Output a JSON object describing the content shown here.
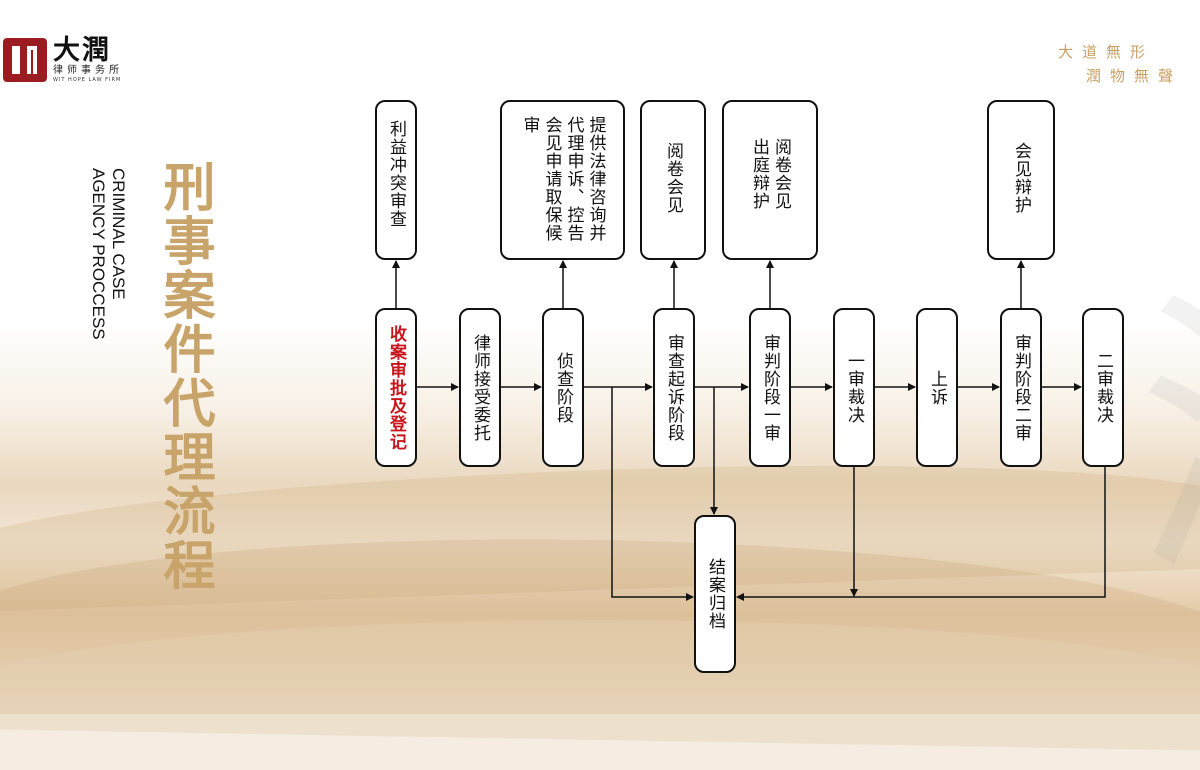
{
  "logo": {
    "name": "大潤",
    "subtitle": "律师事务所",
    "english": "WIT HOPE LAW FIRM"
  },
  "slogan": {
    "line1": "大道無形",
    "line2": "潤物無聲"
  },
  "title": {
    "cn": "刑事案件代理流程",
    "en_line1": "CRIMINAL CASE",
    "en_line2": "AGENCY PROCCESS"
  },
  "watermark": "大潤",
  "main_steps": [
    {
      "label": "收案审批及登记",
      "highlight": "#c8161d"
    },
    {
      "label": "律师接受委托"
    },
    {
      "label": "侦查阶段"
    },
    {
      "label": "审查起诉阶段"
    },
    {
      "label": "审判阶段一审"
    },
    {
      "label": "一审裁决"
    },
    {
      "label": "上诉"
    },
    {
      "label": "审判阶段二审"
    },
    {
      "label": "二审裁决"
    }
  ],
  "sub_steps": [
    {
      "label": "利益冲突审查"
    },
    {
      "label": "提供法律咨询并代理申诉、控告会见申请取保候审"
    },
    {
      "label": "阅卷会见"
    },
    {
      "label": "阅卷会见出庭辩护"
    },
    {
      "label": "会见辩护"
    }
  ],
  "end_step": {
    "label": "结案归档"
  }
}
